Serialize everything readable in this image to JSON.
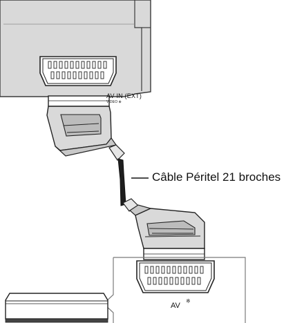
{
  "device_top": {
    "port_label": "AV IN (EXT)",
    "port_sublabel": "VIDEO ⊕"
  },
  "cable": {
    "label": "Câble Péritel 21 broches"
  },
  "device_bottom": {
    "port_label": "AV",
    "port_footnote_mark": "※"
  }
}
